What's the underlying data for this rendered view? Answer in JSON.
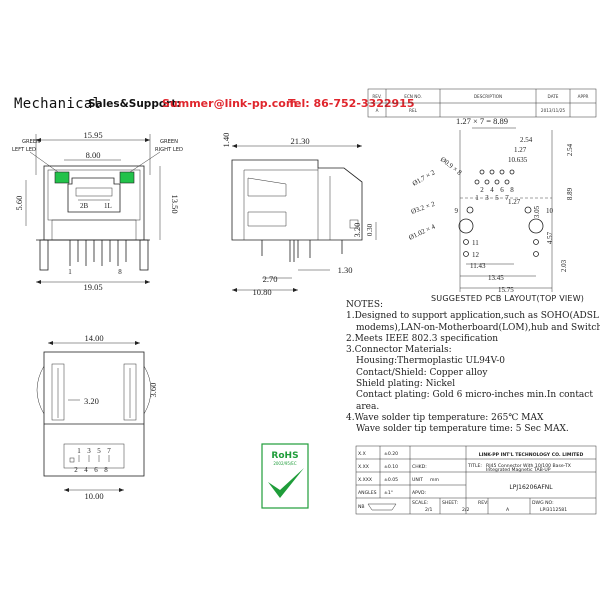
{
  "header": {
    "title": "Mechanical",
    "sales_label": "Sales&Support:",
    "email": "Summer@link-pp.com",
    "phone": "Tel: 86-752-3322915",
    "accent_color": "#e0262d"
  },
  "revision": {
    "cols": [
      "REV.",
      "ECN NO.",
      "DESCRIPTION",
      "DATE",
      "APPR"
    ],
    "row": [
      "A",
      "REL",
      "",
      "2013/11/25",
      ""
    ]
  },
  "front_view": {
    "dims": [
      "15.95",
      "8.00",
      "5.60",
      "13.50",
      "19.05"
    ],
    "left_led": [
      "GREEN",
      "LEFT LED"
    ],
    "right_led": [
      "GREEN",
      "RIGHT LED"
    ],
    "pins": [
      "1",
      "8",
      "2B",
      "1L"
    ],
    "led_color": "#22c24a"
  },
  "side_view": {
    "dims": [
      "1.40",
      "21.30",
      "0.30",
      "3.20",
      "2.70",
      "1.30",
      "10.80"
    ]
  },
  "pcb_layout": {
    "dims": [
      "1.27 × 7 = 8.89",
      "2.54",
      "1.27",
      "10.635",
      "2.54",
      "1.27",
      "8.89",
      "3.05",
      "4.57",
      "2.03",
      "11.43",
      "13.45",
      "15.75"
    ],
    "holes": [
      "Ø0.9 × 8",
      "Ø1.7 × 2",
      "Ø3.2 × 2",
      "Ø1.02 × 4"
    ],
    "pins": [
      "2",
      "4",
      "6",
      "8",
      "1",
      "3",
      "5",
      "7",
      "9",
      "10",
      "11",
      "12"
    ],
    "caption": "SUGGESTED PCB LAYOUT(TOP VIEW)"
  },
  "bottom_view": {
    "dims": [
      "14.00",
      "3.20",
      "3.60",
      "10.00"
    ],
    "pins": [
      "1",
      "3",
      "5",
      "7",
      "2",
      "4",
      "6",
      "8"
    ]
  },
  "notes": {
    "title": "NOTES:",
    "n1": "1.Designed to support application,such as SOHO(ADSL",
    "n1b": "modems),LAN-on-Motherboard(LOM),hub and Switches.",
    "n2": "2.Meets IEEE 802.3 specification",
    "n3": "3.Connector Materials:",
    "n3a": "Housing:Thermoplastic UL94V-0",
    "n3b": "Contact/Shield: Copper alloy",
    "n3c": "Shield plating: Nickel",
    "n3d": "Contact plating: Gold 6 micro-inches min.In contact",
    "n3e": "area.",
    "n4": "4.Wave solder tip temperature: 265℃ MAX",
    "n4b": "Wave solder tip temperature time: 5 Sec MAX."
  },
  "rohs": {
    "label": "RoHS",
    "sub": "2002/95/EC",
    "color": "#1f9d3a"
  },
  "title_block": {
    "tol1_label": "X.X",
    "tol1": "±0.20",
    "tol2_label": "X.XX",
    "tol2": "±0.10",
    "tol3_label": "X.XXX",
    "tol3": "±0.05",
    "ang_label": "ANGLES",
    "ang": "±1°",
    "company": "LINK-PP INT'L TECHNOLOGY CO. LIMITED",
    "chkd": "CHKD:",
    "title_label": "TITLE:",
    "title_line1": "RJ45 Connector With 10/100 Base-TX",
    "title_line2": "Integrated Magnetic TAB-UP",
    "unit_label": "UNIT",
    "unit": "mm",
    "model": "LPJ16206AFNL",
    "scale_label": "SCALE:",
    "scale": "2/1",
    "sheet_label": "SHEET:",
    "sheet": "2/2",
    "rev_label": "REV:",
    "rev": "A",
    "dwg_label": "DWG NO:",
    "dwg": "LPI3112581",
    "apvd": "APVD:",
    "sign": "NB"
  }
}
